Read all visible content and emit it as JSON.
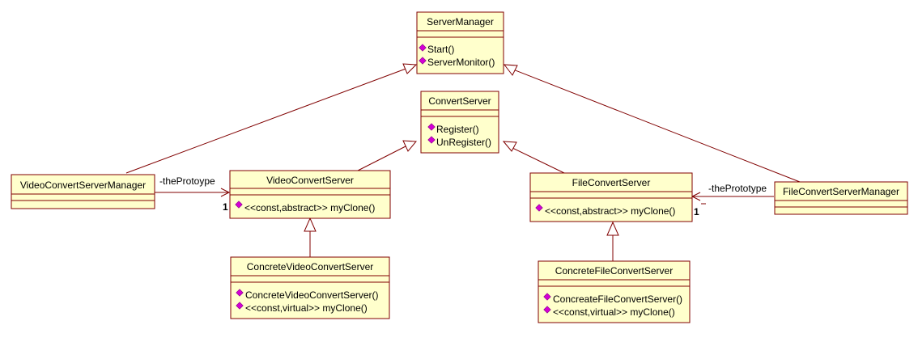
{
  "colors": {
    "class_fill": "#ffffcc",
    "class_border": "#800000",
    "operation_icon": "#d400d4"
  },
  "classes": {
    "server_manager": {
      "name": "ServerManager",
      "operations": [
        "Start()",
        "ServerMonitor()"
      ]
    },
    "convert_server": {
      "name": "ConvertServer",
      "operations": [
        "Register()",
        "UnRegister()"
      ]
    },
    "video_convert_server": {
      "name": "VideoConvertServer",
      "operations": [
        "<<const,abstract>> myClone()"
      ]
    },
    "file_convert_server": {
      "name": "FileConvertServer",
      "operations": [
        "<<const,abstract>> myClone()"
      ]
    },
    "video_convert_server_manager": {
      "name": "VideoConvertServerManager",
      "operations": []
    },
    "file_convert_server_manager": {
      "name": "FileConvertServerManager",
      "operations": []
    },
    "concrete_video_convert_server": {
      "name": "ConcreteVideoConvertServer",
      "operations": [
        "ConcreteVideoConvertServer()",
        "<<const,virtual>> myClone()"
      ]
    },
    "concrete_file_convert_server": {
      "name": "ConcreteFileConvertServer",
      "operations": [
        "ConcreateFileConvertServer()",
        "<<const,virtual>> myClone()"
      ]
    }
  },
  "associations": {
    "video": {
      "role": "-theProtoype",
      "multiplicity": "1"
    },
    "file": {
      "role": "-thePrototype",
      "multiplicity": "1"
    }
  }
}
